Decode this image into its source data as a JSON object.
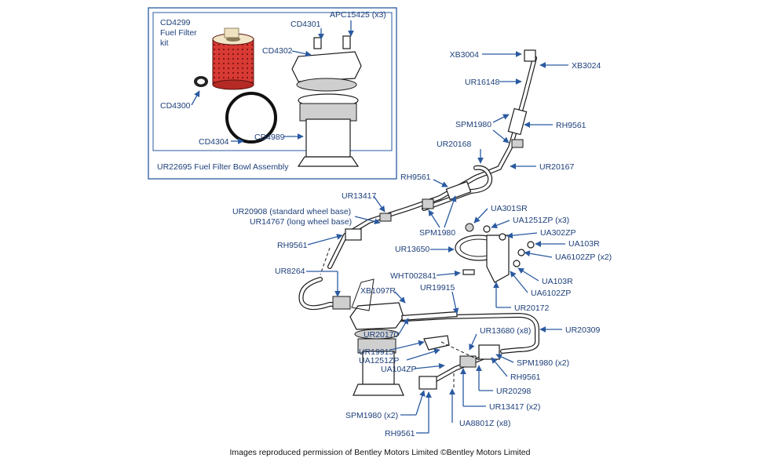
{
  "inset": {
    "filter_title_line1": "CD4299",
    "filter_title_line2": "Fuel Filter",
    "filter_title_line3": "kit",
    "cd4301": "CD4301",
    "apc15425": "APC15425 (x3)",
    "cd4302": "CD4302",
    "cd4300": "CD4300",
    "cd4304": "CD4304",
    "cd4989": "CD4989",
    "caption": "UR22695 Fuel Filter Bowl Assembly"
  },
  "labels": {
    "xb3004": "XB3004",
    "xb3024": "XB3024",
    "ur16148": "UR16148",
    "spm1980_top": "SPM1980",
    "rh9561_top": "RH9561",
    "ur20168": "UR20168",
    "ur20167": "UR20167",
    "rh9561_mid": "RH9561",
    "ur13417": "UR13417",
    "ur20908": "UR20908 (standard wheel base)",
    "ur14767": "UR14767 (long wheel base)",
    "spm1980_mid": "SPM1980",
    "ua301sr": "UA301SR",
    "ua1251zp_x3": "UA1251ZP (x3)",
    "ua302zp": "UA302ZP",
    "ua103r_top": "UA103R",
    "ua6102zp_x2": "UA6102ZP (x2)",
    "rh9561_left": "RH9561",
    "ur13650": "UR13650",
    "wht002841": "WHT002841",
    "ua103r_bottom": "UA103R",
    "ua6102zp": "UA6102ZP",
    "ur8264": "UR8264",
    "ur20172": "UR20172",
    "xb1097r": "XB1097R",
    "ur19915_top": "UR19915",
    "ur20309": "UR20309",
    "ur20170": "UR20170",
    "ur13680_x8": "UR13680 (x8)",
    "ur19915_bottom": "UR19915",
    "ua1251zp": "UA1251ZP",
    "spm1980_x2_right": "SPM1980 (x2)",
    "ua104zp": "UA104ZP",
    "rh9561_right": "RH9561",
    "ur20298": "UR20298",
    "ur13417_x2": "UR13417 (x2)",
    "spm1980_x2_left": "SPM1980 (x2)",
    "ua8801z_x8": "UA8801Z (x8)",
    "rh9561_bottom": "RH9561"
  },
  "footer": {
    "credit": "Images reproduced permission of Bentley Motors Limited ©Bentley Motors Limited"
  },
  "colors": {
    "label_blue": "#1d3f7a",
    "leader_blue": "#2a5aa0",
    "filter_red": "#d93a34",
    "inset_border": "#2a5aa0"
  }
}
